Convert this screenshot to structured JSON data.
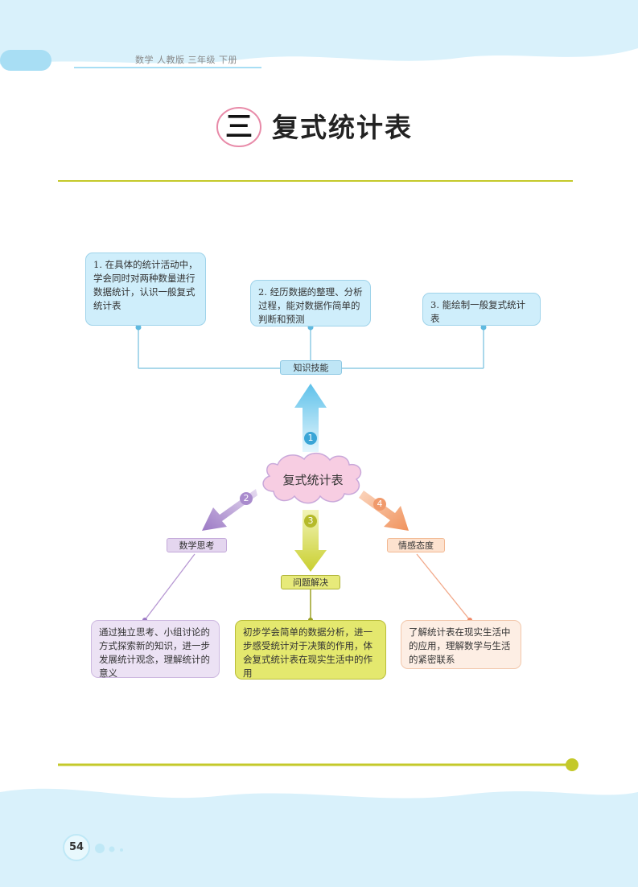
{
  "header": {
    "book_info": "数学 人教版 三年级 下册"
  },
  "chapter": {
    "number": "三",
    "title": "复式统计表"
  },
  "map": {
    "center": "复式统计表",
    "knowledge": {
      "label": "知识技能",
      "number": "1",
      "items": [
        "1. 在具体的统计活动中，学会同时对两种数量进行数据统计，认识一般复式统计表",
        "2. 经历数据的整理、分析过程，能对数据作简单的判断和预测",
        "3. 能绘制一般复式统计表"
      ]
    },
    "thinking": {
      "label": "数学思考",
      "number": "2",
      "text": "通过独立思考、小组讨论的方式探索新的知识，进一步发展统计观念，理解统计的意义"
    },
    "problem": {
      "label": "问题解决",
      "number": "3",
      "text": "初步学会简单的数据分析，进一步感受统计对于决策的作用，体会复式统计表在现实生活中的作用"
    },
    "attitude": {
      "label": "情感态度",
      "number": "4",
      "text": "了解统计表在现实生活中的应用，理解数学与生活的紧密联系"
    }
  },
  "footer": {
    "page_number": "54"
  },
  "colors": {
    "sky": "#d6f0fa",
    "rule": "#c4c92a",
    "title_circle": "#e88aa8"
  }
}
